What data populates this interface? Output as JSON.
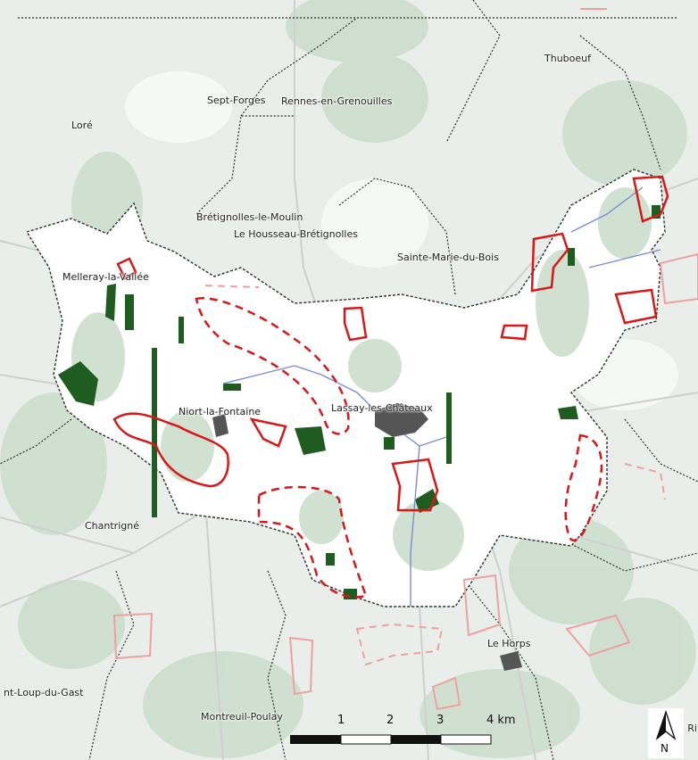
{
  "map": {
    "places": [
      {
        "id": "thuboeuf",
        "label": "Thuboeuf"
      },
      {
        "id": "sept-forges",
        "label": "Sept-Forges"
      },
      {
        "id": "rennes",
        "label": "Rennes-en-Grenouilles"
      },
      {
        "id": "lore",
        "label": "Loré"
      },
      {
        "id": "bretignolles-moulin",
        "label": "Brétignolles-le-Moulin"
      },
      {
        "id": "housseau",
        "label": "Le Housseau-Brétignolles"
      },
      {
        "id": "sainte-marie",
        "label": "Sainte-Marie-du-Bois"
      },
      {
        "id": "melleray",
        "label": "Melleray-la-Vallée"
      },
      {
        "id": "niort",
        "label": "Niort-la-Fontaine"
      },
      {
        "id": "lassay",
        "label": "Lassay-les-Châteaux"
      },
      {
        "id": "chantrigne",
        "label": "Chantrigné"
      },
      {
        "id": "le-horps",
        "label": "Le Horps"
      },
      {
        "id": "saint-loup",
        "label": "nt-Loup-du-Gast"
      },
      {
        "id": "montreuil",
        "label": "Montreuil-Poulay"
      },
      {
        "id": "le-ri",
        "label": "e Ri"
      }
    ],
    "scale_bar": {
      "ticks": [
        "1",
        "2",
        "3",
        "4 km"
      ]
    },
    "north_arrow": {
      "label": "N",
      "icon": "north-arrow-icon"
    },
    "colors": {
      "background": "#e9eeea",
      "study_area": "#ffffff",
      "forest_dark": "#1f5c1f",
      "vegetation_light": "#b9d3b9",
      "corridor_solid": "#d81818",
      "corridor_dashed": "#d81818",
      "corridor_outside": "#f0a0a0",
      "river": "#7b8ad6",
      "road": "#c9c9c9",
      "boundary": "#2b2b2b",
      "urban": "#555555"
    }
  }
}
